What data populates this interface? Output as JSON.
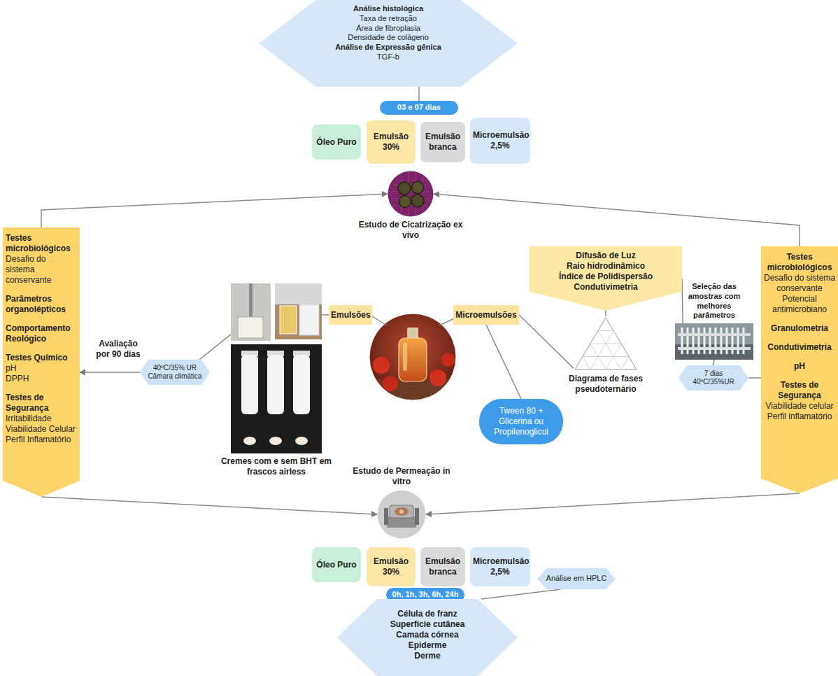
{
  "diagram": {
    "nodes": [
      {
        "text": [
          "Análise histológica",
          "Taxa de retração",
          "Área de fibroplasia",
          "Densidade de colágeno",
          "Análise de Expressão gênica",
          "TGF-b"
        ]
      },
      {
        "text": [
          "03 e 07 dias"
        ]
      },
      {
        "text": [
          "Óleo Puro"
        ]
      },
      {
        "text": [
          "Emulsão 30%"
        ]
      },
      {
        "text": [
          "Emulsão branca"
        ]
      },
      {
        "text": [
          "Microemulsão 2,5%"
        ]
      },
      {
        "text": [
          "Estudo de Cicatrização ex vivo"
        ]
      },
      {
        "text": [
          "Testes microbiológicos",
          "Desafio do sistema conservante",
          "Parâmetros organolépticos",
          "Comportamento Reológico",
          "Testes Químico",
          "pH",
          "DPPH",
          "Testes de Segurança",
          "Irritabilidade",
          "Viabilidade Celular",
          "Perfil Inflamatório"
        ]
      },
      {
        "text": [
          "40ºC/35% UR",
          "Câmara climática"
        ]
      },
      {
        "text": [
          "Cremes com e sem BHT em frascos airless"
        ]
      },
      {
        "text": [
          "Emulsões"
        ]
      },
      {
        "text": [
          "Microemulsões"
        ]
      },
      {
        "text": [
          "Difusão de Luz",
          "Raio hidrodinâmico",
          "Índice de Polidispersão",
          "Condutivimetria"
        ]
      },
      {
        "text": [
          "Diagrama de fases pseudoternário"
        ]
      },
      {
        "text": [
          "Seleção das amostras com melhores parâmetros"
        ]
      },
      {
        "text": [
          "Tween 80 + Glicerina ou Propilenoglicol"
        ]
      },
      {
        "text": [
          "7 dias",
          "40ºC/35%UR"
        ]
      },
      {
        "text": [
          "Testes microbiológicos",
          "Desafio do sistema conservante",
          "Potencial antimicrobiano",
          "Granulometria",
          "Condutivimetria",
          "pH",
          "Testes de Segurança",
          "Viabilidade celular",
          "Perfil inflamatório"
        ]
      },
      {
        "text": [
          "Estudo de Permeação in vitro"
        ]
      },
      {
        "text": [
          "Óleo Puro"
        ]
      },
      {
        "text": [
          "Emulsão 30%"
        ]
      },
      {
        "text": [
          "Emulsão branca"
        ]
      },
      {
        "text": [
          "Microemulsão 2,5%"
        ]
      },
      {
        "text": [
          "0h, 1h, 3h, 6h, 24h"
        ]
      },
      {
        "text": [
          "Análise em HPLC"
        ]
      },
      {
        "text": [
          "Célula de franz",
          "Superfície cutânea",
          "Camada córnea",
          "Epiderme",
          "Derme"
        ]
      }
    ],
    "edges": [
      {
        "from": 7,
        "to": 6,
        "arrow": "to"
      },
      {
        "from": 17,
        "to": 6,
        "arrow": "to"
      },
      {
        "from": 7,
        "to": 18,
        "arrow": "to"
      },
      {
        "from": 17,
        "to": 18,
        "arrow": "to"
      },
      {
        "from": 8,
        "to": 7,
        "arrow": "to"
      },
      {
        "from": 9,
        "to": 8,
        "arrow": "none"
      },
      {
        "from": 10,
        "to": 9,
        "arrow": "none"
      },
      {
        "from": 11,
        "to": 13,
        "arrow": "none"
      },
      {
        "from": 11,
        "to": 15,
        "arrow": "none"
      },
      {
        "from": 12,
        "to": 13,
        "arrow": "none"
      },
      {
        "from": 12,
        "to": 14,
        "arrow": "none"
      },
      {
        "from": 14,
        "to": 16,
        "arrow": "none"
      },
      {
        "from": 16,
        "to": 17,
        "arrow": "none"
      },
      {
        "from": 24,
        "to": 25,
        "arrow": "none"
      },
      {
        "from": 1,
        "to": 0,
        "arrow": "none"
      }
    ],
    "labels": [
      "Avaliação por 90 dias"
    ]
  }
}
